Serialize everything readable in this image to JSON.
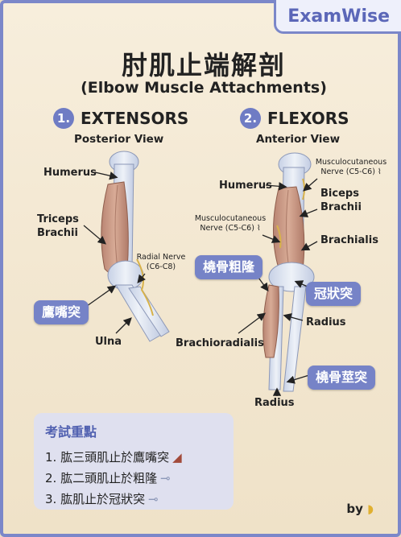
{
  "brand": "ExamWise",
  "title": "肘肌止端解剖",
  "subtitle": "(Elbow Muscle Attachments)",
  "sections": {
    "extensors": {
      "num": "1.",
      "title": "EXTENSORS",
      "view": "Posterior View"
    },
    "flexors": {
      "num": "2.",
      "title": "FLEXORS",
      "view": "Anterior View"
    }
  },
  "left_labels": {
    "humerus": "Humerus",
    "triceps": "Triceps",
    "brachii": "Brachii",
    "radial_nerve": "Radial Nerve",
    "radial_nerve_roots": "(C6-C8)",
    "olecranon": "鷹嘴突",
    "ulna": "Ulna"
  },
  "right_labels": {
    "musculo_top": "Musculocutaneous",
    "musculo_top_roots": "Nerve (C5-C6)",
    "humerus": "Humerus",
    "biceps": "Biceps",
    "brachii": "Brachii",
    "musculo_mid": "Musculocutaneous",
    "musculo_mid_roots": "Nerve (C5-C6)",
    "brachialis": "Brachialis",
    "radial_tuberosity": "橈骨粗隆",
    "coronoid": "冠狀突",
    "radius_mid": "Radius",
    "brachioradialis": "Brachioradialis",
    "styloid": "橈骨莖突",
    "radius_bottom": "Radius"
  },
  "key_points": {
    "title": "考試重點",
    "items": [
      {
        "text": "1. 肱三頭肌止於鷹嘴突",
        "icon": "muscle-icon"
      },
      {
        "text": "2. 肱二頭肌止於粗隆",
        "icon": "bone-icon"
      },
      {
        "text": "3. 肱肌止於冠狀突",
        "icon": "bone-icon"
      }
    ]
  },
  "byline": "by",
  "colors": {
    "accent": "#7683c7",
    "frame": "#7b87c9",
    "muscle": "#c99a86",
    "bone": "#dde3ee"
  }
}
